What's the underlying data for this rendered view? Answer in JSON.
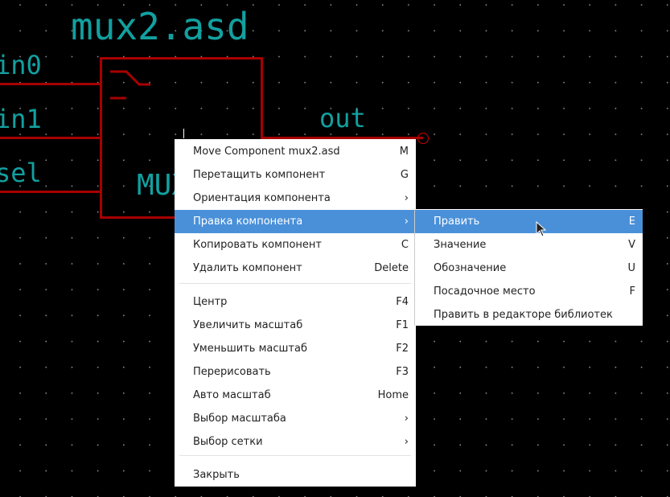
{
  "schematic": {
    "title": "mux2.asd",
    "pins": [
      "in0",
      "in1",
      "sel"
    ],
    "output": "out",
    "body_label": "MUX"
  },
  "menu": {
    "items": [
      {
        "label": "Move Component mux2.asd",
        "shortcut": "M"
      },
      {
        "label": "Перетащить компонент",
        "shortcut": "G"
      },
      {
        "label": "Ориентация компонента",
        "shortcut": "›"
      },
      {
        "label": "Правка компонента",
        "shortcut": "›"
      },
      {
        "label": "Копировать компонент",
        "shortcut": "C"
      },
      {
        "label": "Удалить компонент",
        "shortcut": "Delete"
      },
      {
        "label": "Центр",
        "shortcut": "F4"
      },
      {
        "label": "Увеличить масштаб",
        "shortcut": "F1"
      },
      {
        "label": "Уменьшить масштаб",
        "shortcut": "F2"
      },
      {
        "label": "Перерисовать",
        "shortcut": "F3"
      },
      {
        "label": "Авто масштаб",
        "shortcut": "Home"
      },
      {
        "label": "Выбор масштаба",
        "shortcut": "›"
      },
      {
        "label": "Выбор сетки",
        "shortcut": "›"
      },
      {
        "label": "Закрыть",
        "shortcut": ""
      }
    ]
  },
  "submenu": {
    "items": [
      {
        "label": "Править",
        "shortcut": "E"
      },
      {
        "label": "Значение",
        "shortcut": "V"
      },
      {
        "label": "Обозначение",
        "shortcut": "U"
      },
      {
        "label": "Посадочное место",
        "shortcut": "F"
      },
      {
        "label": "Править в редакторе библиотек",
        "shortcut": ""
      }
    ]
  },
  "colors": {
    "highlight": "#4a90d9",
    "wire": "#a80000",
    "text": "#12a0a0"
  }
}
